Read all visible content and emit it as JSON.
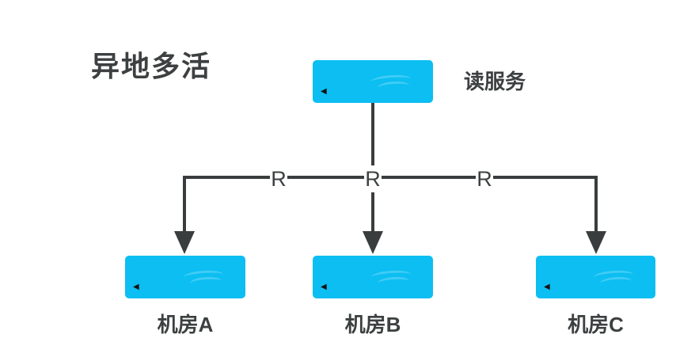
{
  "diagram": {
    "title": "异地多活",
    "top_node": {
      "side_label": "读服务"
    },
    "edge_labels": [
      "R",
      "R",
      "R"
    ],
    "datacenters": [
      {
        "label": "机房A"
      },
      {
        "label": "机房B"
      },
      {
        "label": "机房C"
      }
    ],
    "marker_glyph": "◀"
  },
  "colors": {
    "node_fill": "#0CBEF2",
    "connector": "#3A3D3E",
    "text": "#3D4041",
    "label_bg": "#FFFFFF",
    "background": "#FFFFFF"
  }
}
